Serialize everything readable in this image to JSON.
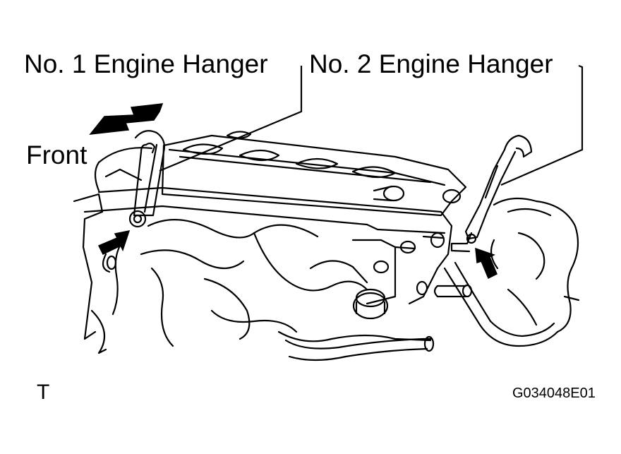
{
  "labels": {
    "hanger_1": "No. 1 Engine Hanger",
    "hanger_2": "No. 2 Engine Hanger",
    "front": "Front",
    "view_code": "T",
    "figure_id": "G034048E01"
  },
  "colors": {
    "ink": "#000000",
    "paper": "#ffffff"
  },
  "icons": {
    "front_direction": "front-arrow-icon",
    "bolt_pointer": "pointer-arrow-icon"
  }
}
